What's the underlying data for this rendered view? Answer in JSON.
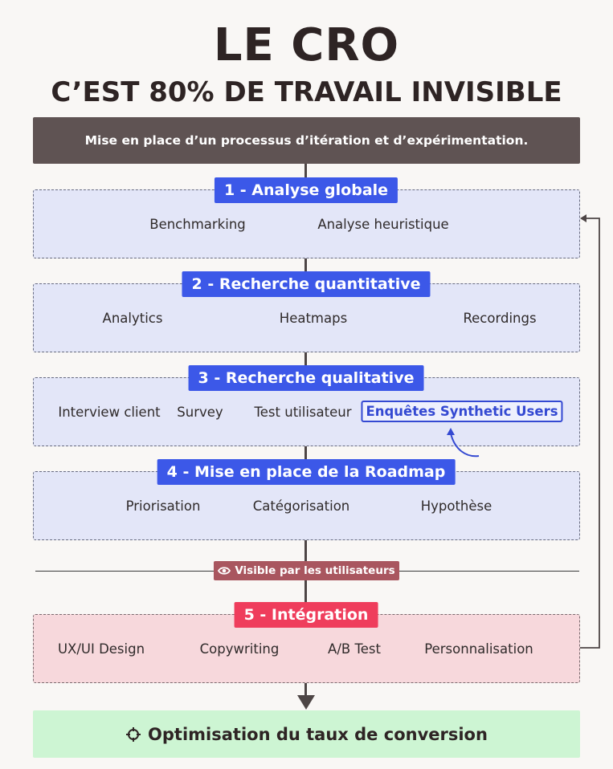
{
  "title": {
    "line1": "LE CRO",
    "line2": "C’EST 80% DE TRAVAIL INVISIBLE"
  },
  "intro": "Mise en place d’un processus d’itération et d’expérimentation.",
  "sections": [
    {
      "title": "1 - Analyse globale",
      "items": [
        "Benchmarking",
        "Analyse heuristique"
      ]
    },
    {
      "title": "2 - Recherche quantitative",
      "items": [
        "Analytics",
        "Heatmaps",
        "Recordings"
      ]
    },
    {
      "title": "3 - Recherche qualitative",
      "items": [
        "Interview client",
        "Survey",
        "Test utilisateur",
        "Enquêtes Synthetic Users"
      ]
    },
    {
      "title": "4 - Mise en place de la Roadmap",
      "items": [
        "Priorisation",
        "Catégorisation",
        "Hypothèse"
      ]
    },
    {
      "title": "5 - Intégration",
      "items": [
        "UX/UI Design",
        "Copywriting",
        "A/B Test",
        "Personnalisation"
      ]
    }
  ],
  "visible_label": "Visible par les utilisateurs",
  "result": "Optimisation du taux de conversion",
  "colors": {
    "section_blue": "#3c58e8",
    "section_pink": "#ef3d5c",
    "highlight": "#3449d2",
    "result_bg": "#cdf5d3",
    "header_bg": "#5f5353"
  },
  "icons": {
    "visible": "eye-icon",
    "result": "target-icon"
  }
}
